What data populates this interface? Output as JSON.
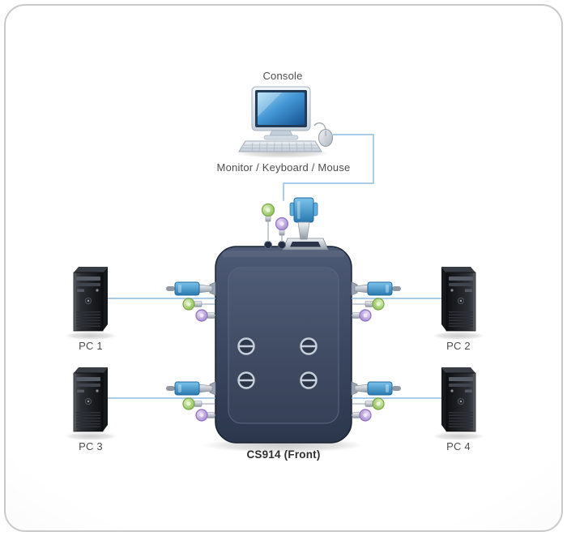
{
  "diagram": {
    "device": {
      "label": "CS914 (Front)",
      "port_select_buttons": 4
    },
    "console": {
      "label": "Console",
      "peripherals_label": "Monitor / Keyboard / Mouse"
    },
    "computers": [
      {
        "label": "PC 1"
      },
      {
        "label": "PC 2"
      },
      {
        "label": "PC 3"
      },
      {
        "label": "PC 4"
      }
    ],
    "icons": {
      "console_computer": "monitor-keyboard-mouse-icon",
      "kvm_switch": "kvm-switch-front-panel-icon",
      "pc_tower": "desktop-tower-icon",
      "vga_connector": "vga-connector-icon",
      "ps2_keyboard_connector": "ps2-purple-connector-icon",
      "ps2_mouse_connector": "ps2-green-connector-icon"
    },
    "colors": {
      "line_blue": "#a9cde8",
      "label_text": "#4d4d4d",
      "title_text": "#2e2e2e",
      "card_border": "#c9c9c9",
      "card_edge": "#ebebeb",
      "vga_blue": "#3f9bd2",
      "ps2_green": "#8abf53",
      "ps2_purple": "#a388cf",
      "switch_navy": "#3a465f"
    }
  }
}
